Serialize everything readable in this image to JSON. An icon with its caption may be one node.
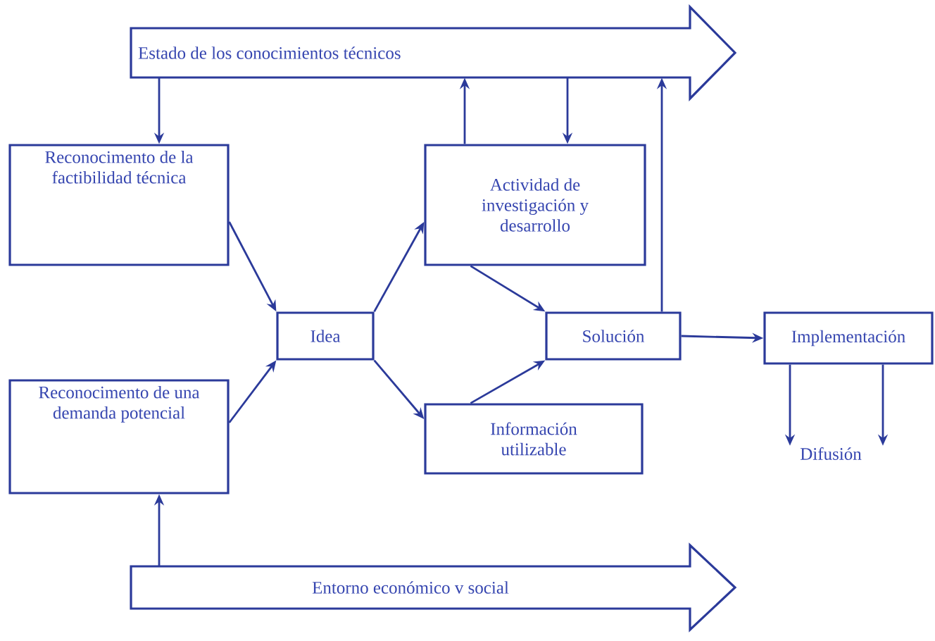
{
  "diagram": {
    "nodes": [
      {
        "text": [
          "Estado de los conocimientos técnicos"
        ]
      },
      {
        "text": [
          "Reconocimento de la factibilidad técnica"
        ]
      },
      {
        "text": [
          "Actividad de investigación y desarrollo"
        ]
      },
      {
        "text": [
          "Idea"
        ]
      },
      {
        "text": [
          "Solución"
        ]
      },
      {
        "text": [
          "Implementación"
        ]
      },
      {
        "text": [
          "Reconocimento de una demanda potencial"
        ]
      },
      {
        "text": [
          "Información utilizable"
        ]
      },
      {
        "text": [
          "Difusión"
        ]
      },
      {
        "text": [
          "Entorno económico v social"
        ]
      }
    ],
    "edges": [
      {
        "from": 0,
        "to": 1,
        "arrow": "to"
      },
      {
        "from": 2,
        "to": 0,
        "arrow": "to"
      },
      {
        "from": 0,
        "to": 2,
        "arrow": "to"
      },
      {
        "from": 4,
        "to": 0,
        "arrow": "to"
      },
      {
        "from": 1,
        "to": 3,
        "arrow": "to"
      },
      {
        "from": 6,
        "to": 3,
        "arrow": "to"
      },
      {
        "from": 3,
        "to": 2,
        "arrow": "to"
      },
      {
        "from": 3,
        "to": 7,
        "arrow": "to"
      },
      {
        "from": 2,
        "to": 4,
        "arrow": "to"
      },
      {
        "from": 7,
        "to": 4,
        "arrow": "to"
      },
      {
        "from": 4,
        "to": 5,
        "arrow": "to"
      },
      {
        "from": 9,
        "to": 6,
        "arrow": "to"
      },
      {
        "from": 5,
        "to": 8,
        "arrow": "to"
      },
      {
        "from": 5,
        "to": 8,
        "arrow": "to"
      }
    ]
  }
}
